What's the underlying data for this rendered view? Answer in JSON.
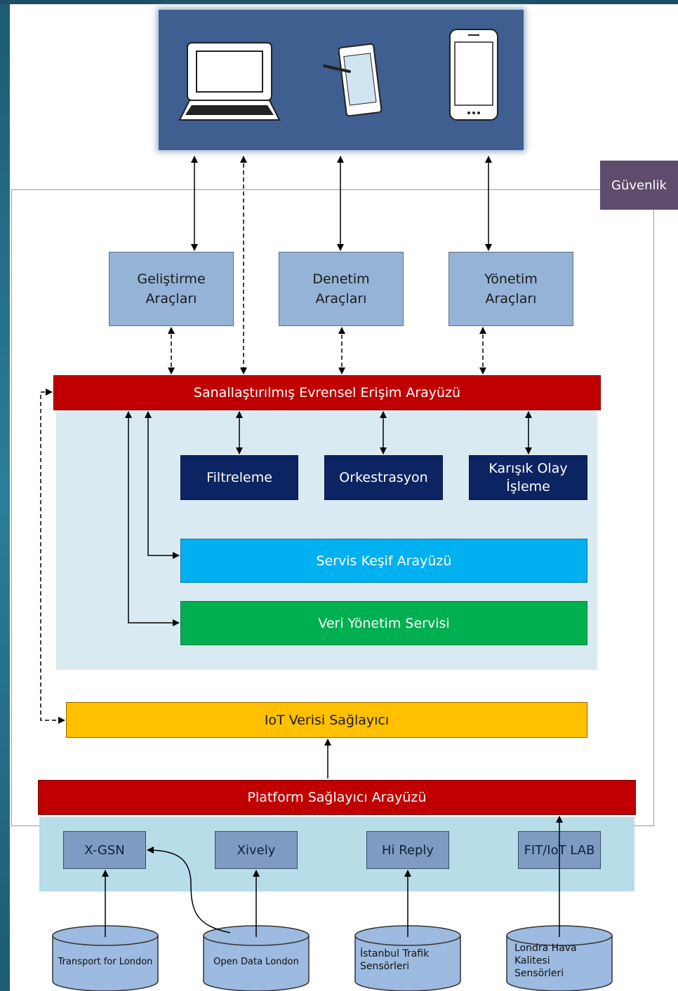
{
  "security_label": "Güvenlik",
  "devices": [
    "laptop",
    "tablet",
    "smartphone"
  ],
  "tools": [
    {
      "label": "Geliştirme\nAraçları"
    },
    {
      "label": "Denetim\nAraçları"
    },
    {
      "label": "Yönetim\nAraçları"
    }
  ],
  "universal_access": "Sanallaştırılmış Evrensel Erişim Arayüzü",
  "processing": [
    {
      "label": "Filtreleme"
    },
    {
      "label": "Orkestrasyon"
    },
    {
      "label": "Karışık Olay\nİşleme"
    }
  ],
  "service_discovery": "Servis Keşif Arayüzü",
  "data_management": "Veri Yönetim Servisi",
  "iot_provider": "IoT Verisi Sağlayıcı",
  "platform_interface": "Platform Sağlayıcı Arayüzü",
  "platforms": [
    {
      "label": "X-GSN"
    },
    {
      "label": "Xively"
    },
    {
      "label": "Hi Reply"
    },
    {
      "label": "FIT/IoT LAB"
    }
  ],
  "sources": [
    {
      "label": "Transport for London"
    },
    {
      "label": "Open Data London"
    },
    {
      "label": "İstanbul Trafik\nSensörleri"
    },
    {
      "label": "Londra Hava\nKalitesi\nSensörleri"
    }
  ],
  "colors": {
    "device_panel": "#3e5f8f",
    "tool_box": "#95b3d7",
    "red_bar": "#c00000",
    "processing_box": "#0c2461",
    "service_discovery": "#00b0f0",
    "data_management": "#00b050",
    "iot_provider": "#ffc000",
    "security_tag": "#5f4b6b",
    "security_border": "#a58cbf",
    "core_panel": "#daeaf3",
    "platform_panel": "#b7dde8",
    "cylinder": "#9dbae0"
  }
}
